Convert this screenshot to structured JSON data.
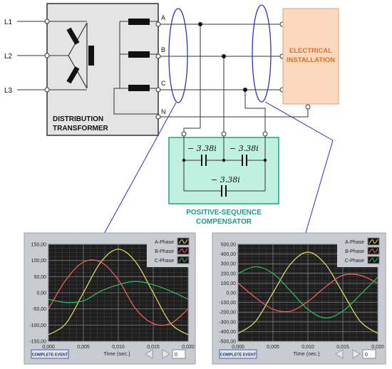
{
  "lines": {
    "l1": "L1",
    "l2": "L2",
    "l3": "L3"
  },
  "transformer": {
    "label_line1": "DISTRIBUTION",
    "label_line2": "TRANSFORMER"
  },
  "buses": {
    "a": "A",
    "b": "B",
    "c": "C",
    "n": "N"
  },
  "installation": {
    "label_line1": "ELECTRICAL",
    "label_line2": "INSTALLATION",
    "fill": "#fbd9bf",
    "border": "#e0a070",
    "text_color": "#e07020"
  },
  "compensator": {
    "title_line1": "POSITIVE-SEQUENCE",
    "title_line2": "COMPENSATOR",
    "cap_top_left": "− 3.38i",
    "cap_top_right": "− 3.38i",
    "cap_bottom": "− 3.38i",
    "fill": "#bff0e0",
    "border": "#20a080",
    "title_color": "#1a9a8a"
  },
  "ellipse_color": "#3030c0",
  "plots": [
    {
      "id": "left",
      "y_ticks": [
        "150,00",
        "100,00",
        "50,00",
        "0,00",
        "-50,00",
        "-100,00",
        "-150,00"
      ],
      "y_values": [
        150,
        100,
        50,
        0,
        -50,
        -100,
        -150
      ],
      "x_ticks": [
        "0,000",
        "0,005",
        "0,010",
        "0,015",
        "0,020"
      ],
      "xlabel": "Time (sec.)",
      "button": "COMPLETE EVENT",
      "counter": "0",
      "legend": [
        {
          "name": "A-Phase",
          "color": "#e8e060"
        },
        {
          "name": "B-Phase",
          "color": "#ff6060"
        },
        {
          "name": "C-Phase",
          "color": "#30c060"
        }
      ]
    },
    {
      "id": "right",
      "y_ticks": [
        "500,00",
        "400,00",
        "300,00",
        "200,00",
        "100,00",
        "0,00",
        "-100,00",
        "-200,00",
        "-300,00",
        "-400,00",
        "-500,00"
      ],
      "y_values": [
        500,
        400,
        300,
        200,
        100,
        0,
        -100,
        -200,
        -300,
        -400,
        -500
      ],
      "x_ticks": [
        "0,000",
        "0,005",
        "0,010",
        "0,015",
        "0,020"
      ],
      "xlabel": "Time (sec.)",
      "button": "COMPLETE EVENT",
      "counter": "0",
      "legend": [
        {
          "name": "A-Phase",
          "color": "#e8e060"
        },
        {
          "name": "B-Phase",
          "color": "#ff6060"
        },
        {
          "name": "C-Phase",
          "color": "#30c060"
        }
      ]
    }
  ],
  "chart_data": [
    {
      "type": "line",
      "xlim": [
        0,
        0.02
      ],
      "ylim": [
        -150,
        150
      ],
      "series": [
        {
          "name": "A-Phase",
          "x": [
            0,
            0.0025,
            0.005,
            0.0075,
            0.01,
            0.0125,
            0.015,
            0.0175,
            0.02
          ],
          "y": [
            -130,
            -95,
            0,
            95,
            135,
            95,
            0,
            -95,
            -130
          ]
        },
        {
          "name": "B-Phase",
          "x": [
            0,
            0.0025,
            0.005,
            0.0075,
            0.01,
            0.0125,
            0.015,
            0.0175,
            0.02
          ],
          "y": [
            -50,
            40,
            95,
            95,
            40,
            -50,
            -95,
            -95,
            -50
          ]
        },
        {
          "name": "C-Phase",
          "x": [
            0,
            0.0025,
            0.005,
            0.0075,
            0.01,
            0.0125,
            0.015,
            0.0175,
            0.02
          ],
          "y": [
            -20,
            -30,
            -25,
            5,
            25,
            35,
            25,
            5,
            -20
          ]
        }
      ]
    },
    {
      "type": "line",
      "xlim": [
        0,
        0.02
      ],
      "ylim": [
        -500,
        500
      ],
      "series": [
        {
          "name": "A-Phase",
          "x": [
            0,
            0.0025,
            0.005,
            0.0075,
            0.01,
            0.0125,
            0.015,
            0.0175,
            0.02
          ],
          "y": [
            -420,
            -295,
            0,
            295,
            420,
            295,
            0,
            -295,
            -420
          ]
        },
        {
          "name": "B-Phase",
          "x": [
            0,
            0.0025,
            0.005,
            0.0075,
            0.01,
            0.0125,
            0.015,
            0.0175,
            0.02
          ],
          "y": [
            100,
            -50,
            -170,
            -190,
            -90,
            60,
            180,
            180,
            100
          ]
        },
        {
          "name": "C-Phase",
          "x": [
            0,
            0.0025,
            0.005,
            0.0075,
            0.01,
            0.0125,
            0.015,
            0.0175,
            0.02
          ],
          "y": [
            200,
            270,
            200,
            20,
            -170,
            -260,
            -190,
            -20,
            160
          ]
        }
      ]
    }
  ]
}
